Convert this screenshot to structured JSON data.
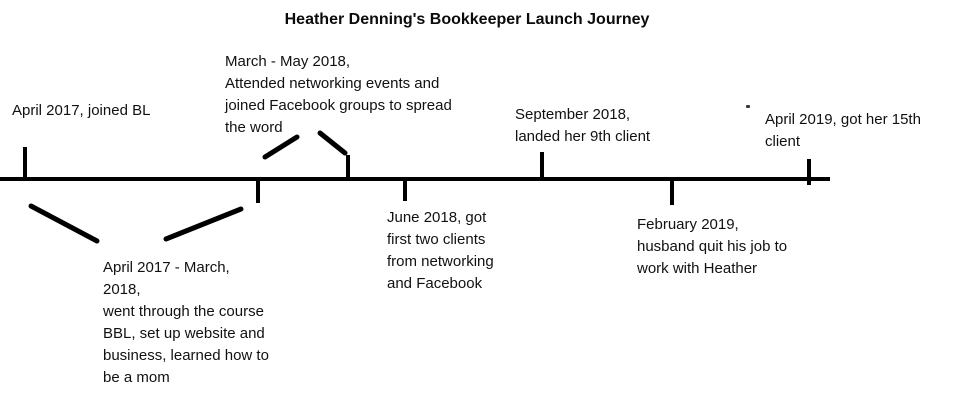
{
  "title": "Heather Denning's Bookkeeper Launch Journey",
  "colors": {
    "ink": "#000000",
    "background": "#ffffff"
  },
  "timeline": {
    "axis": "horizontal",
    "events": [
      {
        "id": "joined-bl",
        "side": "above",
        "label": "April 2017, joined BL"
      },
      {
        "id": "course-period",
        "side": "below",
        "label": "April 2017 - March,\n2018,\nwent through the course\nBBL, set up website and\nbusiness, learned how to\nbe a mom"
      },
      {
        "id": "networking-period",
        "side": "above",
        "label": "March - May 2018,\nAttended networking events and\njoined Facebook groups to spread\nthe word"
      },
      {
        "id": "first-clients",
        "side": "below",
        "label": "June 2018, got\nfirst two clients\nfrom networking\nand Facebook"
      },
      {
        "id": "ninth-client",
        "side": "above",
        "label": "September 2018,\nlanded her 9th client"
      },
      {
        "id": "husband-quit",
        "side": "below",
        "label": "February 2019,\nhusband quit his job to\nwork with Heather"
      },
      {
        "id": "fifteenth-client",
        "side": "above",
        "label": "April 2019, got her 15th\nclient"
      }
    ]
  }
}
